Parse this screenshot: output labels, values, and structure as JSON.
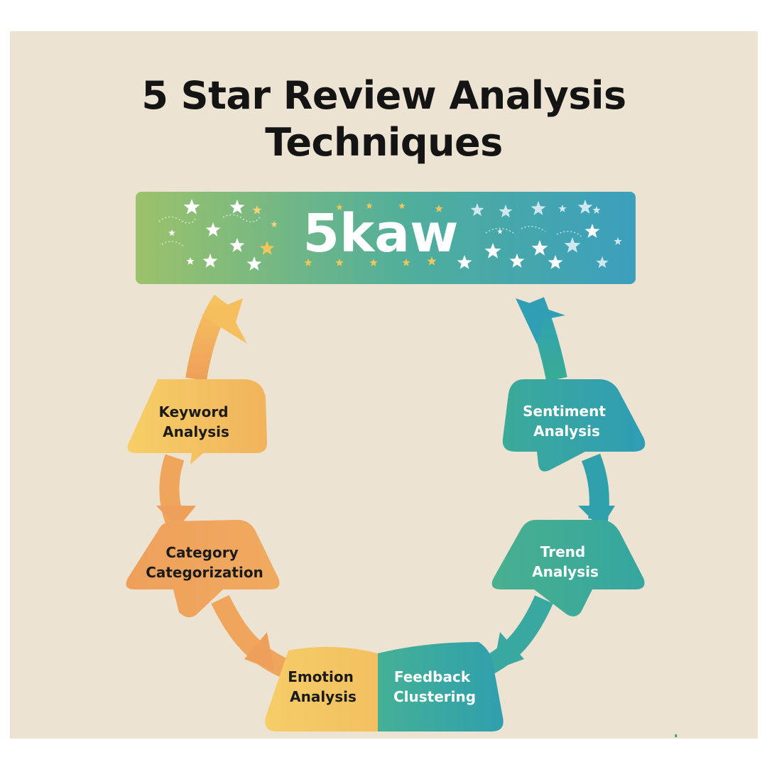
{
  "title": {
    "line1": "5 Star Review Analysis",
    "line2": "Techniques"
  },
  "banner": {
    "text": "5kaw",
    "gradient": [
      "#9cc26a",
      "#4fae9c",
      "#3c9fbd"
    ],
    "decor_icons": [
      "star-icon",
      "constellation-icon"
    ]
  },
  "nodes": [
    {
      "id": "keyword",
      "lines": [
        "Keyword",
        "Analysis"
      ],
      "color": "#f3b95c",
      "text_color": "#1b1b1b"
    },
    {
      "id": "category",
      "lines": [
        "Category",
        "Categorization"
      ],
      "color": "#efa15c",
      "text_color": "#1b1b1b"
    },
    {
      "id": "emotion",
      "lines": [
        "Emotion",
        "Analysis"
      ],
      "color": "#f4c665",
      "text_color": "#1b1b1b"
    },
    {
      "id": "feedback",
      "lines": [
        "Feedback",
        "Clustering"
      ],
      "color": "#3faf9f",
      "text_color": "#ffffff"
    },
    {
      "id": "trend",
      "lines": [
        "Trend",
        "Analysis"
      ],
      "color": "#3aab99",
      "text_color": "#ffffff"
    },
    {
      "id": "sentiment",
      "lines": [
        "Sentiment",
        "Analysis"
      ],
      "color": "#2fa3a8",
      "text_color": "#ffffff"
    }
  ],
  "colors": {
    "background": "#ede3d3",
    "warm_arrow": "#f0a55c",
    "cool_arrow": "#2f9fb0",
    "title_text": "#141414"
  },
  "footer_mark": "T"
}
